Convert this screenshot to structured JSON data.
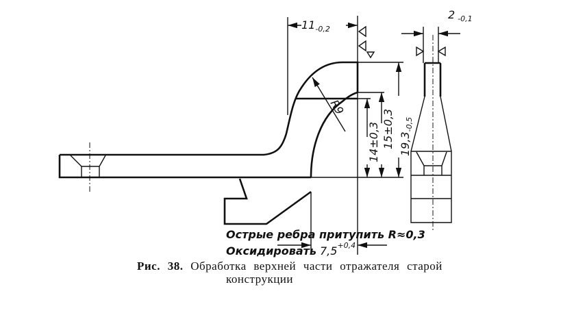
{
  "drawing": {
    "dimensions": {
      "width_11": "11",
      "width_11_tol": "-0,2",
      "thickness_2": "2",
      "thickness_2_tol": "-0,1",
      "radius": "R9",
      "h14": "14±0,3",
      "h15": "15±0,3",
      "h19": "19,3",
      "h19_tol": "-0,5",
      "w75": "7,5",
      "w75_tol": "+0,4"
    }
  },
  "notes": {
    "line1": "Острые ребра притупить R≈0,3",
    "line2": "Оксидировать"
  },
  "caption": {
    "label": "Рис. 38.",
    "text_line1": "Обработка верхней части отражателя старой",
    "text_line2": "конструкции"
  }
}
